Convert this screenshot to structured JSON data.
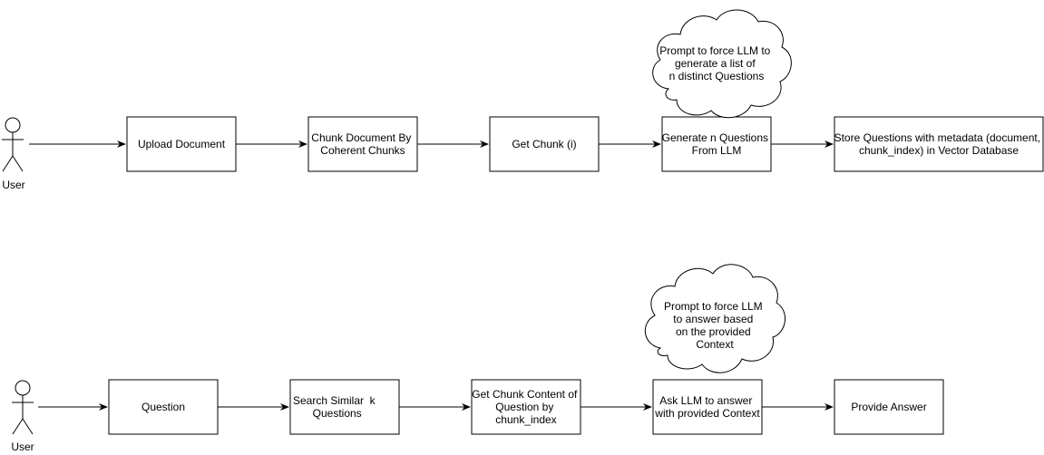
{
  "flow_top": {
    "actor": "User",
    "steps": [
      [
        "Upload Document"
      ],
      [
        "Chunk Document By",
        "Coherent Chunks"
      ],
      [
        "Get Chunk (i)"
      ],
      [
        "Generate n Questions",
        "From LLM"
      ],
      [
        "Store Questions with metadata (document,",
        "chunk_index) in Vector Database"
      ]
    ],
    "note": [
      "Prompt to force LLM to",
      "generate a list of",
      "n distinct Questions"
    ]
  },
  "flow_bottom": {
    "actor": "User",
    "steps": [
      [
        "Question"
      ],
      [
        "Search Similar  k",
        "Questions"
      ],
      [
        "Get Chunk Content of",
        "Question by",
        "chunk_index"
      ],
      [
        "Ask LLM to answer",
        "with provided Context"
      ],
      [
        "Provide Answer"
      ]
    ],
    "note": [
      "Prompt to force LLM",
      "to answer based",
      "on the provided",
      "Context"
    ]
  }
}
